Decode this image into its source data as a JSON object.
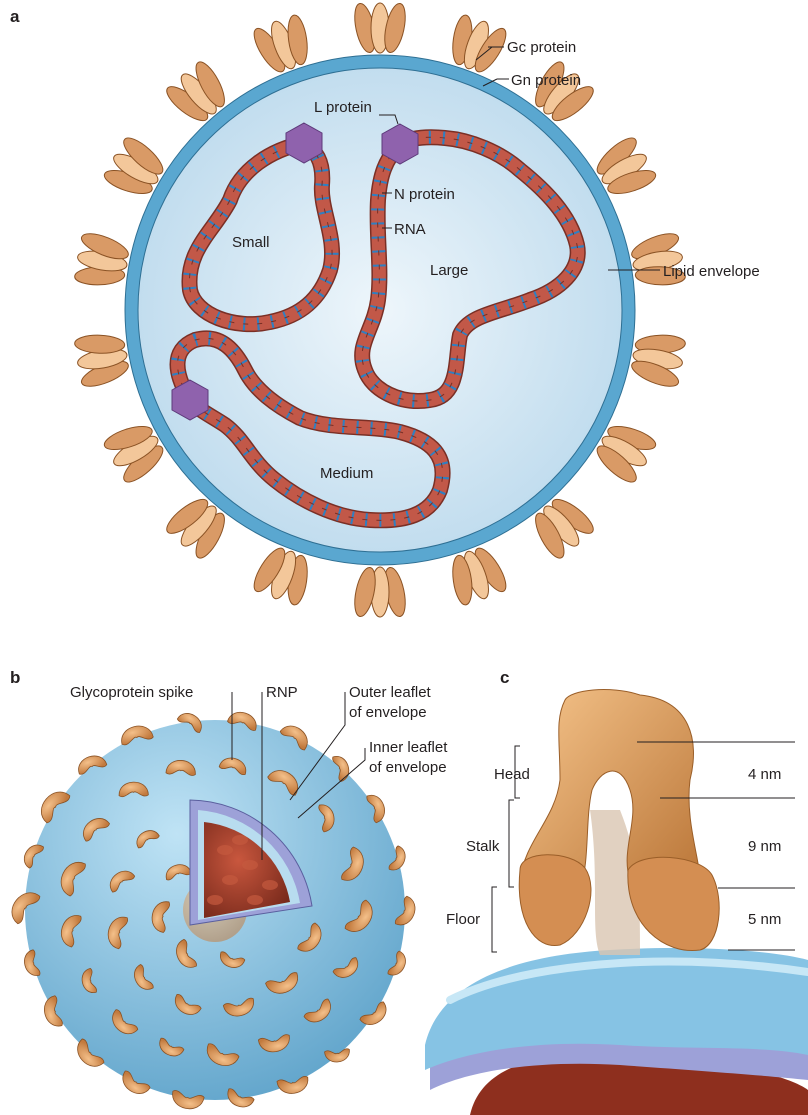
{
  "panel_a": {
    "letter": "a",
    "labels": {
      "gc_protein": "Gc protein",
      "gn_protein": "Gn protein",
      "lipid_envelope": "Lipid envelope",
      "l_protein": "L protein",
      "n_protein": "N protein",
      "rna": "RNA",
      "small": "Small",
      "large": "Large",
      "medium": "Medium"
    }
  },
  "panel_b": {
    "letter": "b",
    "labels": {
      "glycoprotein_spike": "Glycoprotein spike",
      "rnp": "RNP",
      "outer_leaflet_line1": "Outer leaflet",
      "outer_leaflet_line2": "of envelope",
      "inner_leaflet_line1": "Inner leaflet",
      "inner_leaflet_line2": "of envelope"
    }
  },
  "panel_c": {
    "letter": "c",
    "labels": {
      "head": "Head",
      "stalk": "Stalk",
      "floor": "Floor",
      "head_size": "4 nm",
      "stalk_size": "9 nm",
      "floor_size": "5 nm"
    }
  },
  "colors": {
    "envelope_ring": "#5aa7d0",
    "interior": "#c9e0ef",
    "interior_light": "#e6f1f8",
    "glycoprotein": "#d99a66",
    "glycoprotein_light": "#f3c79a",
    "rnp_segment": "#c25848",
    "rna_stripe": "#2f7fc1",
    "l_protein": "#8f62ad",
    "rnp_core": "#a23d29",
    "membrane_blue": "#86c3e4",
    "membrane_purple": "#9da1d8"
  }
}
